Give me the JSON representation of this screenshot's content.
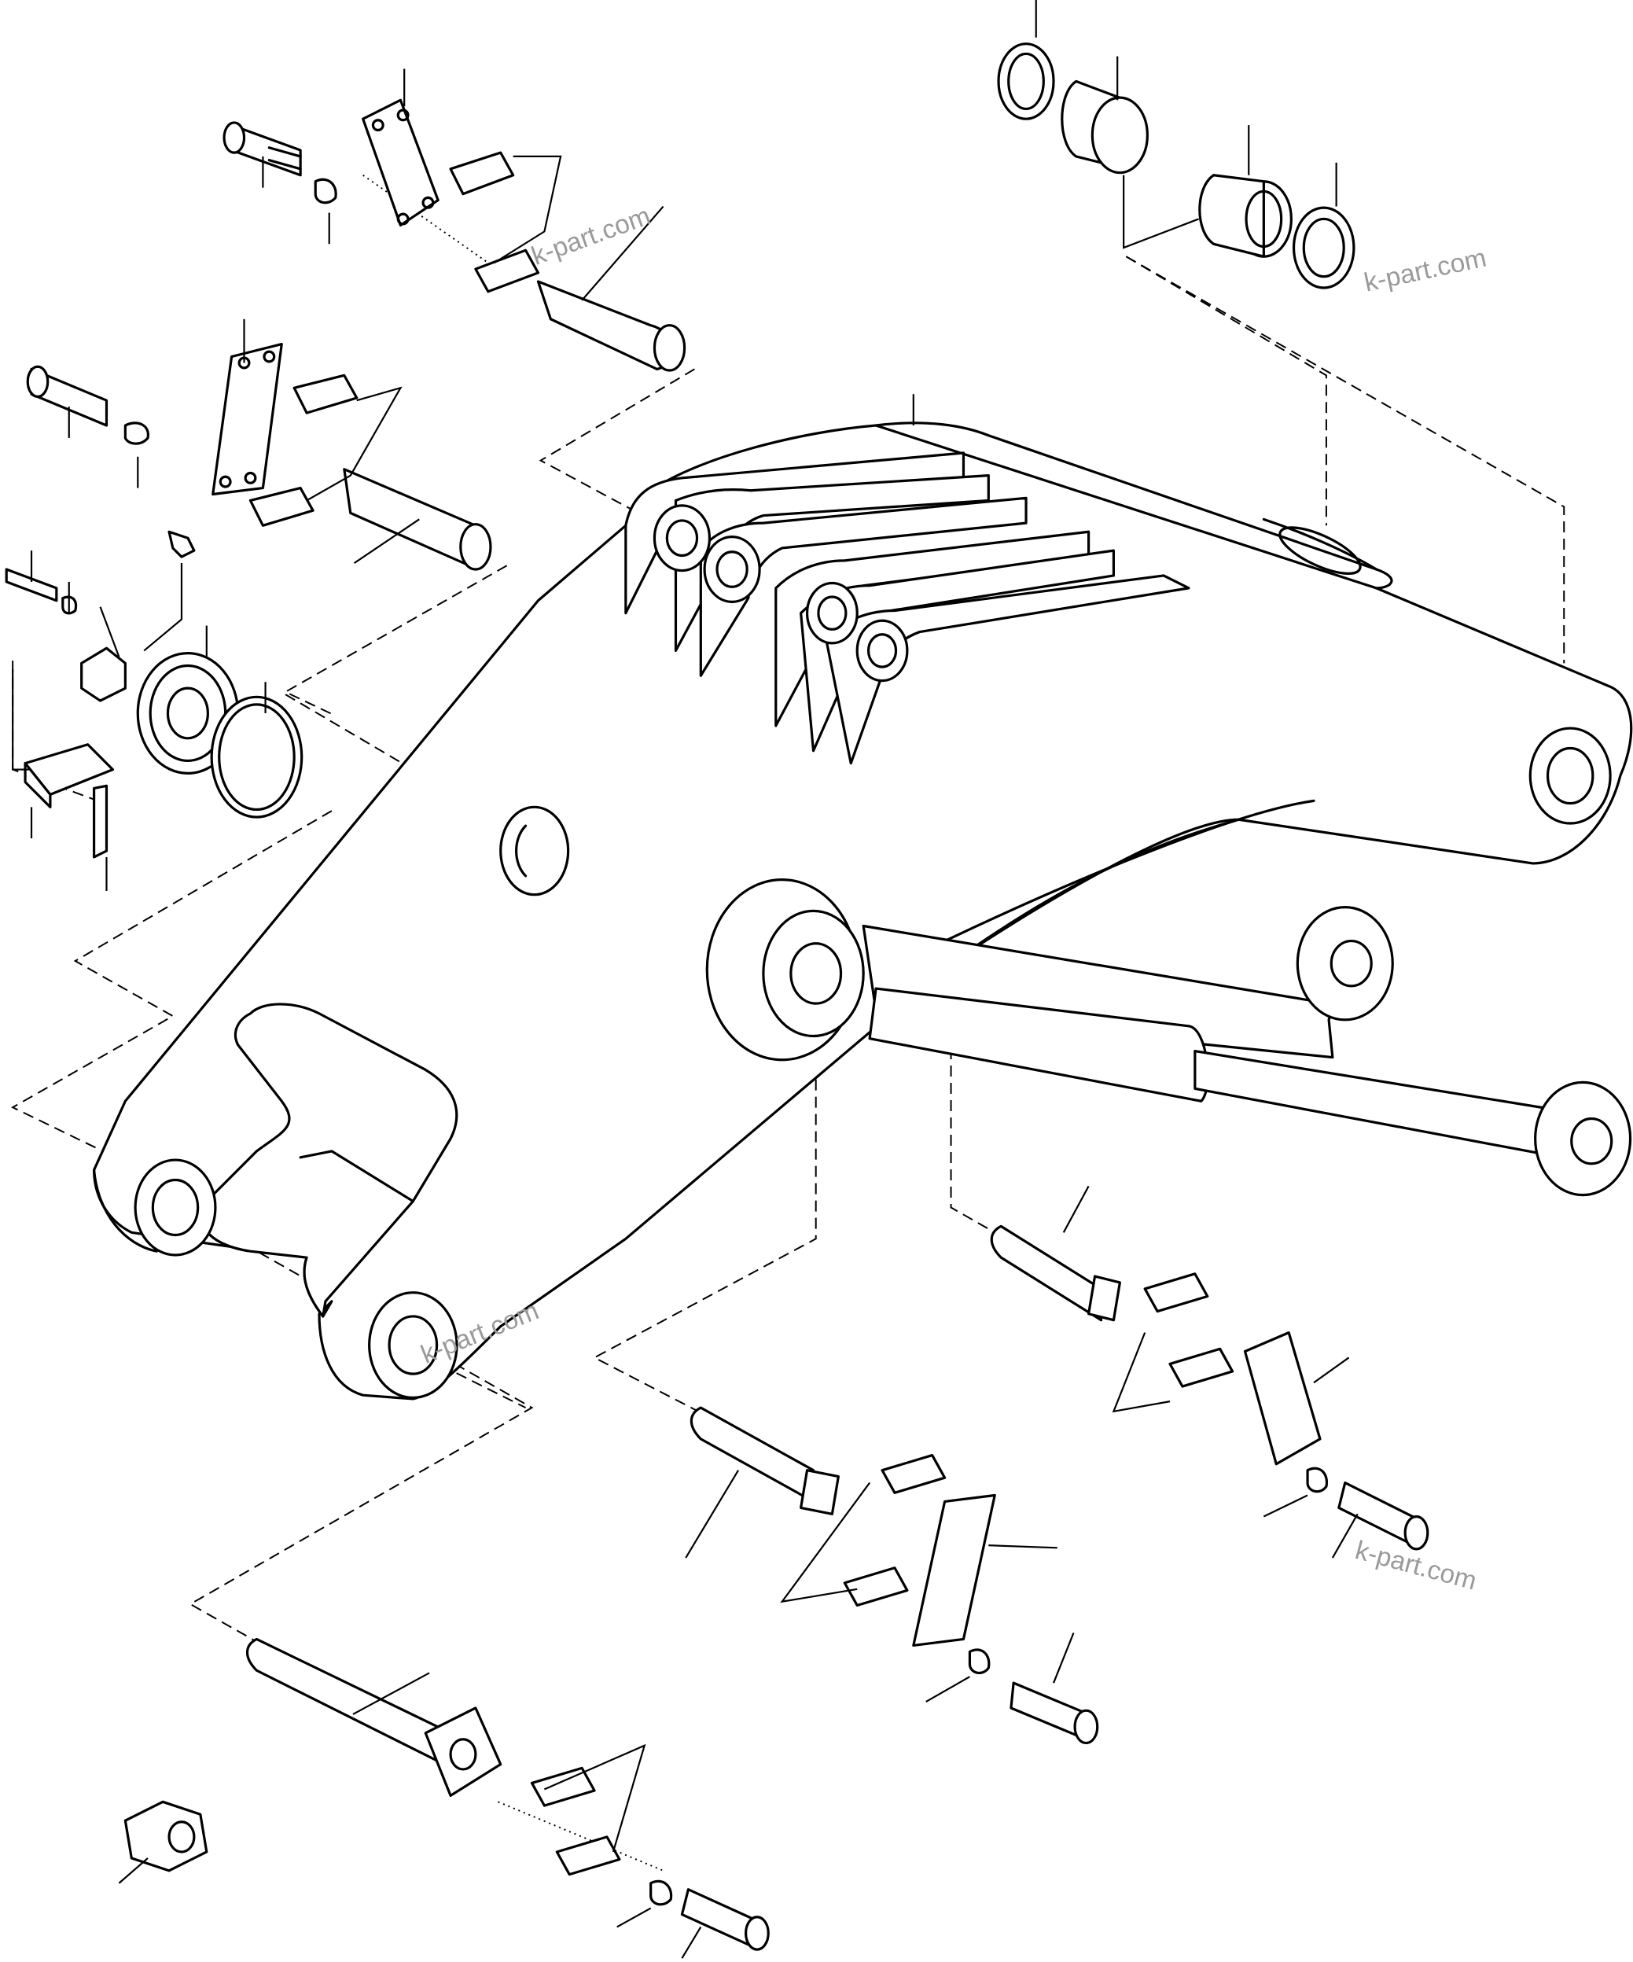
{
  "watermarks": [
    "k-part.com",
    "k-part.com",
    "k-part.com",
    "k-part.com"
  ],
  "colors": {
    "ink": "#000000",
    "paper": "#ffffff",
    "watermark": "#9a9a9a"
  }
}
